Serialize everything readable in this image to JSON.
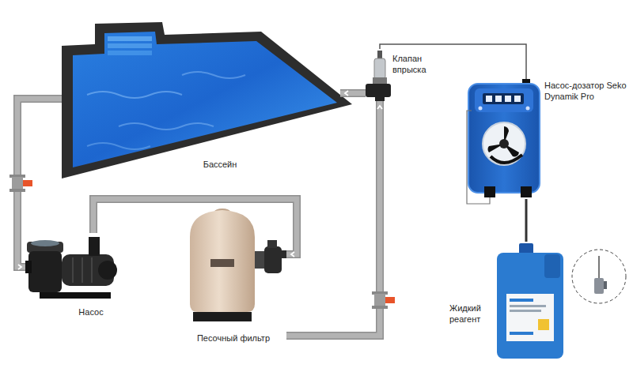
{
  "diagram": {
    "nodes": [
      {
        "text": [
          "Бассейн"
        ]
      },
      {
        "text": [
          "Клапан впрыска"
        ]
      },
      {
        "text": [
          "Насос-дозатор Seko Dynamik Pro"
        ]
      },
      {
        "text": [
          "Насос"
        ]
      },
      {
        "text": [
          "Песочный фильтр"
        ]
      },
      {
        "text": [
          "Жидкий реагент"
        ]
      }
    ],
    "edges": [
      {
        "from": 0,
        "to": 3,
        "arrow": "to"
      },
      {
        "from": 3,
        "to": 4,
        "arrow": "to"
      },
      {
        "from": 4,
        "to": 1,
        "arrow": "to"
      },
      {
        "from": 1,
        "to": 0,
        "arrow": "to"
      },
      {
        "from": 2,
        "to": 1,
        "arrow": "none"
      },
      {
        "from": 5,
        "to": 2,
        "arrow": "none"
      }
    ]
  }
}
